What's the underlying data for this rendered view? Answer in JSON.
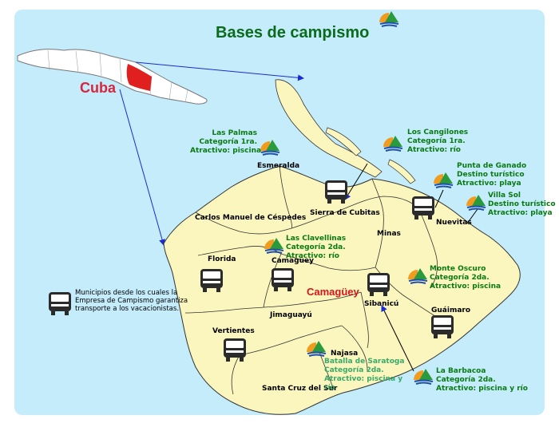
{
  "title": "Bases de campismo",
  "country_label": "Cuba",
  "province_label": "Camagüey",
  "legend_text": "Municipios desde los cuales la Empresa de Campismo garantiza transporte a los vacacionistas.",
  "colors": {
    "sea": "#c4ecfb",
    "land": "#fbf6bd",
    "highlight": "#e0201e",
    "title": "#0b6b1c",
    "camp_text": "#0a7a12",
    "arrow": "#1a2bd6"
  },
  "icons": {
    "camp": "camping-logo-icon",
    "bus": "bus-icon"
  },
  "municipalities": [
    "Esmeralda",
    "Carlos Manuel de Céspedes",
    "Sierra de Cubitas",
    "Minas",
    "Nuevitas",
    "Florida",
    "Camagüey",
    "Vertientes",
    "Jimaguayú",
    "Sibanicú",
    "Guáimaro",
    "Najasa",
    "Santa Cruz del Sur"
  ],
  "camps": [
    {
      "name": "Las Palmas",
      "line2": "Categoría 1ra.",
      "line3": "Atractivo: piscina"
    },
    {
      "name": "Los Cangilones",
      "line2": "Categoría 1ra.",
      "line3": "Atractivo: río"
    },
    {
      "name": "Punta de Ganado",
      "line2": "Destino turístico",
      "line3": "Atractivo: playa"
    },
    {
      "name": "Villa Sol",
      "line2": "Destino turístico",
      "line3": "Atractivo: playa"
    },
    {
      "name": "Las Clavellinas",
      "line2": "Categoría 2da.",
      "line3": "Atractivo: río"
    },
    {
      "name": "Monte Oscuro",
      "line2": "Categoría 2da.",
      "line3": "Atractivo: piscina"
    },
    {
      "name": "Batalla de Saratoga",
      "line2": "Categoría 2da.",
      "line3": "Atractivo: piscina y",
      "line4": "río"
    },
    {
      "name": "La Barbacoa",
      "line2": "Categoría 2da.",
      "line3": "Atractivo: piscina y río"
    }
  ]
}
